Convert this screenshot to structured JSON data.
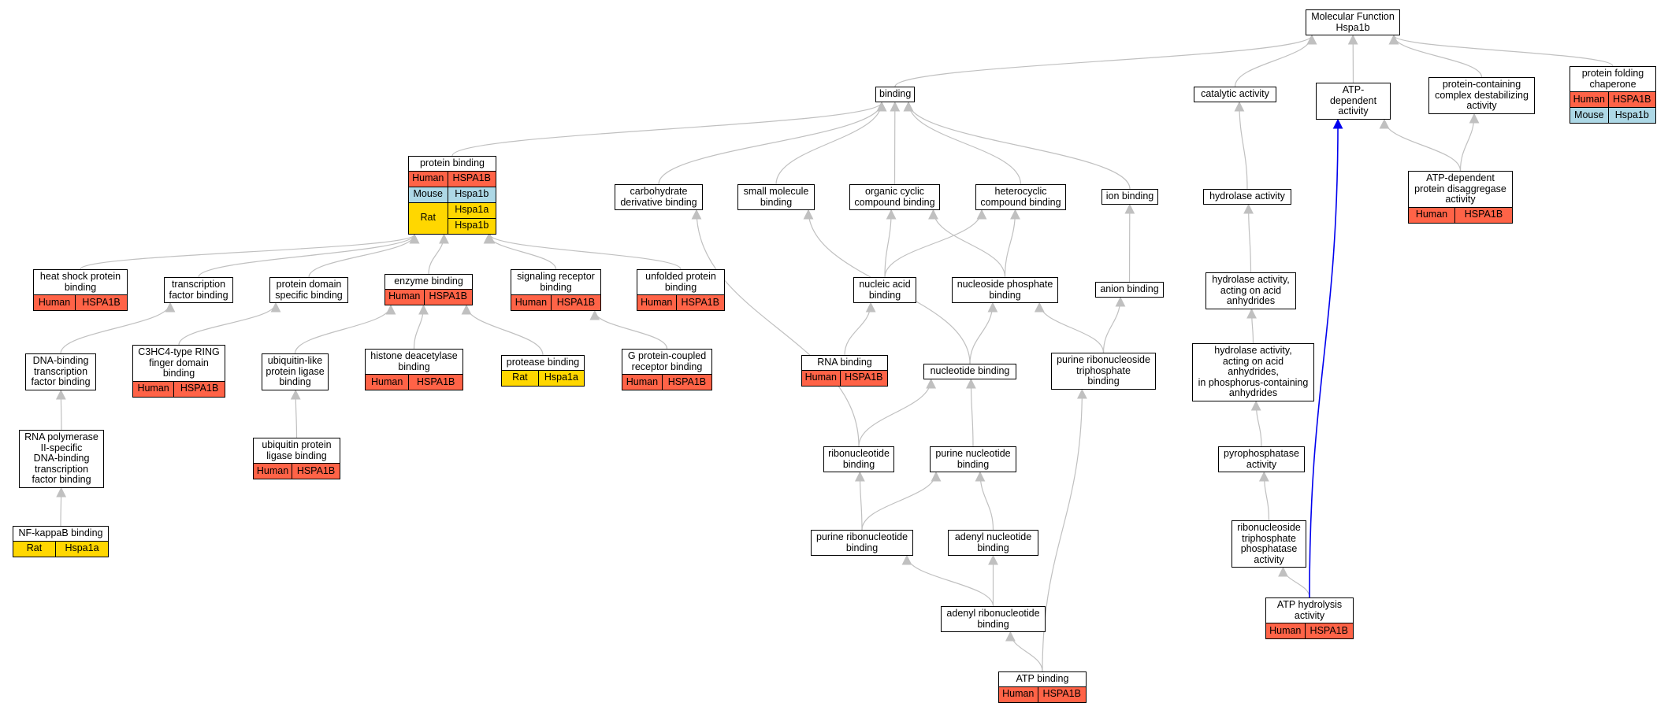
{
  "colors": {
    "human": "#ff6347",
    "mouse": "#add8e6",
    "rat": "#ffd700",
    "edge": "#c0c0c0",
    "highlight_edge": "#0000ee",
    "border": "#000000"
  },
  "nodes": [
    {
      "id": "mf",
      "label": "Molecular Function\nHspa1b"
    },
    {
      "id": "binding",
      "label": "binding"
    },
    {
      "id": "catalytic",
      "label": "catalytic activity"
    },
    {
      "id": "atp_dep",
      "label": "ATP-dependent\nactivity"
    },
    {
      "id": "complex_destab",
      "label": "protein-containing\ncomplex destabilizing\nactivity"
    },
    {
      "id": "folding_chap",
      "label": "protein folding\nchaperone",
      "orgs": [
        {
          "org": "Human",
          "type": "human",
          "genes": [
            "HSPA1B"
          ]
        },
        {
          "org": "Mouse",
          "type": "mouse",
          "genes": [
            "Hspa1b"
          ]
        }
      ]
    },
    {
      "id": "protein_binding",
      "label": "protein binding",
      "orgs": [
        {
          "org": "Human",
          "type": "human",
          "genes": [
            "HSPA1B"
          ]
        },
        {
          "org": "Mouse",
          "type": "mouse",
          "genes": [
            "Hspa1b"
          ]
        },
        {
          "org": "Rat",
          "type": "rat",
          "genes": [
            "Hspa1a",
            "Hspa1b"
          ]
        }
      ]
    },
    {
      "id": "carb_deriv",
      "label": "carbohydrate\nderivative binding"
    },
    {
      "id": "small_mol",
      "label": "small molecule\nbinding"
    },
    {
      "id": "org_cyclic",
      "label": "organic cyclic\ncompound binding"
    },
    {
      "id": "hetero_cyclic",
      "label": "heterocyclic\ncompound binding"
    },
    {
      "id": "ion_binding",
      "label": "ion binding"
    },
    {
      "id": "hydrolase",
      "label": "hydrolase activity"
    },
    {
      "id": "atp_disagg",
      "label": "ATP-dependent\nprotein disaggregase\nactivity",
      "orgs": [
        {
          "org": "Human",
          "type": "human",
          "genes": [
            "HSPA1B"
          ]
        }
      ]
    },
    {
      "id": "hsp_binding",
      "label": "heat shock protein\nbinding",
      "orgs": [
        {
          "org": "Human",
          "type": "human",
          "genes": [
            "HSPA1B"
          ]
        }
      ]
    },
    {
      "id": "tf_binding",
      "label": "transcription\nfactor binding"
    },
    {
      "id": "domain_binding",
      "label": "protein domain\nspecific binding"
    },
    {
      "id": "enzyme_binding",
      "label": "enzyme binding",
      "orgs": [
        {
          "org": "Human",
          "type": "human",
          "genes": [
            "HSPA1B"
          ]
        }
      ]
    },
    {
      "id": "sig_receptor",
      "label": "signaling receptor\nbinding",
      "orgs": [
        {
          "org": "Human",
          "type": "human",
          "genes": [
            "HSPA1B"
          ]
        }
      ]
    },
    {
      "id": "unfolded",
      "label": "unfolded protein\nbinding",
      "orgs": [
        {
          "org": "Human",
          "type": "human",
          "genes": [
            "HSPA1B"
          ]
        }
      ]
    },
    {
      "id": "nucleic_acid",
      "label": "nucleic acid\nbinding"
    },
    {
      "id": "nuc_phosphate",
      "label": "nucleoside phosphate\nbinding"
    },
    {
      "id": "anion",
      "label": "anion binding"
    },
    {
      "id": "hydrolase_anh",
      "label": "hydrolase activity,\nacting on acid\nanhydrides"
    },
    {
      "id": "dna_tf",
      "label": "DNA-binding\ntranscription\nfactor binding"
    },
    {
      "id": "c3hc4",
      "label": "C3HC4-type RING\nfinger domain\nbinding",
      "orgs": [
        {
          "org": "Human",
          "type": "human",
          "genes": [
            "HSPA1B"
          ]
        }
      ]
    },
    {
      "id": "ubl_ligase",
      "label": "ubiquitin-like\nprotein ligase\nbinding"
    },
    {
      "id": "histone_deac",
      "label": "histone deacetylase\nbinding",
      "orgs": [
        {
          "org": "Human",
          "type": "human",
          "genes": [
            "HSPA1B"
          ]
        }
      ]
    },
    {
      "id": "protease",
      "label": "protease binding",
      "orgs": [
        {
          "org": "Rat",
          "type": "rat",
          "genes": [
            "Hspa1a"
          ]
        }
      ]
    },
    {
      "id": "gpcr",
      "label": "G protein-coupled\nreceptor binding",
      "orgs": [
        {
          "org": "Human",
          "type": "human",
          "genes": [
            "HSPA1B"
          ]
        }
      ]
    },
    {
      "id": "rna_binding",
      "label": "RNA binding",
      "orgs": [
        {
          "org": "Human",
          "type": "human",
          "genes": [
            "HSPA1B"
          ]
        }
      ]
    },
    {
      "id": "nucleotide",
      "label": "nucleotide binding"
    },
    {
      "id": "purine_rnt",
      "label": "purine ribonucleoside\ntriphosphate\nbinding"
    },
    {
      "id": "hydrolase_phos",
      "label": "hydrolase activity,\nacting on acid\nanhydrides,\nin phosphorus-containing\nanhydrides"
    },
    {
      "id": "rnapol_tf",
      "label": "RNA polymerase\nII-specific\nDNA-binding\ntranscription\nfactor binding"
    },
    {
      "id": "ub_ligase",
      "label": "ubiquitin protein\nligase binding",
      "orgs": [
        {
          "org": "Human",
          "type": "human",
          "genes": [
            "HSPA1B"
          ]
        }
      ]
    },
    {
      "id": "ribonucleotide",
      "label": "ribonucleotide\nbinding"
    },
    {
      "id": "purine_nt",
      "label": "purine nucleotide\nbinding"
    },
    {
      "id": "pyrophosphatase",
      "label": "pyrophosphatase\nactivity"
    },
    {
      "id": "nfkb",
      "label": "NF-kappaB binding",
      "orgs": [
        {
          "org": "Rat",
          "type": "rat",
          "genes": [
            "Hspa1a"
          ]
        }
      ]
    },
    {
      "id": "purine_ribont",
      "label": "purine ribonucleotide\nbinding"
    },
    {
      "id": "adenyl_nt",
      "label": "adenyl nucleotide\nbinding"
    },
    {
      "id": "rnt_phosphatase",
      "label": "ribonucleoside\ntriphosphate\nphosphatase\nactivity"
    },
    {
      "id": "adenyl_ribont",
      "label": "adenyl ribonucleotide\nbinding"
    },
    {
      "id": "atp_hydrolysis",
      "label": "ATP hydrolysis\nactivity",
      "orgs": [
        {
          "org": "Human",
          "type": "human",
          "genes": [
            "HSPA1B"
          ]
        }
      ]
    },
    {
      "id": "atp_binding",
      "label": "ATP binding",
      "orgs": [
        {
          "org": "Human",
          "type": "human",
          "genes": [
            "HSPA1B"
          ]
        }
      ]
    }
  ],
  "edges": [
    [
      "binding",
      "mf"
    ],
    [
      "catalytic",
      "mf"
    ],
    [
      "atp_dep",
      "mf"
    ],
    [
      "complex_destab",
      "mf"
    ],
    [
      "folding_chap",
      "mf"
    ],
    [
      "protein_binding",
      "binding"
    ],
    [
      "carb_deriv",
      "binding"
    ],
    [
      "small_mol",
      "binding"
    ],
    [
      "org_cyclic",
      "binding"
    ],
    [
      "hetero_cyclic",
      "binding"
    ],
    [
      "ion_binding",
      "binding"
    ],
    [
      "hydrolase",
      "catalytic"
    ],
    [
      "atp_disagg",
      "atp_dep"
    ],
    [
      "atp_disagg",
      "complex_destab"
    ],
    [
      "hsp_binding",
      "protein_binding"
    ],
    [
      "tf_binding",
      "protein_binding"
    ],
    [
      "domain_binding",
      "protein_binding"
    ],
    [
      "enzyme_binding",
      "protein_binding"
    ],
    [
      "sig_receptor",
      "protein_binding"
    ],
    [
      "unfolded",
      "protein_binding"
    ],
    [
      "nucleic_acid",
      "org_cyclic"
    ],
    [
      "nucleic_acid",
      "hetero_cyclic"
    ],
    [
      "nuc_phosphate",
      "org_cyclic"
    ],
    [
      "nuc_phosphate",
      "hetero_cyclic"
    ],
    [
      "anion",
      "ion_binding"
    ],
    [
      "hydrolase_anh",
      "hydrolase"
    ],
    [
      "dna_tf",
      "tf_binding"
    ],
    [
      "c3hc4",
      "domain_binding"
    ],
    [
      "ubl_ligase",
      "enzyme_binding"
    ],
    [
      "histone_deac",
      "enzyme_binding"
    ],
    [
      "protease",
      "enzyme_binding"
    ],
    [
      "gpcr",
      "sig_receptor"
    ],
    [
      "rna_binding",
      "nucleic_acid"
    ],
    [
      "nucleotide",
      "nuc_phosphate"
    ],
    [
      "nucleotide",
      "small_mol"
    ],
    [
      "purine_rnt",
      "nuc_phosphate"
    ],
    [
      "purine_rnt",
      "anion"
    ],
    [
      "hydrolase_phos",
      "hydrolase_anh"
    ],
    [
      "rnapol_tf",
      "dna_tf"
    ],
    [
      "ub_ligase",
      "ubl_ligase"
    ],
    [
      "ribonucleotide",
      "nucleotide"
    ],
    [
      "ribonucleotide",
      "carb_deriv"
    ],
    [
      "purine_nt",
      "nucleotide"
    ],
    [
      "pyrophosphatase",
      "hydrolase_phos"
    ],
    [
      "nfkb",
      "rnapol_tf"
    ],
    [
      "purine_ribont",
      "ribonucleotide"
    ],
    [
      "purine_ribont",
      "purine_nt"
    ],
    [
      "adenyl_nt",
      "purine_nt"
    ],
    [
      "rnt_phosphatase",
      "pyrophosphatase"
    ],
    [
      "adenyl_ribont",
      "purine_ribont"
    ],
    [
      "adenyl_ribont",
      "adenyl_nt"
    ],
    [
      "atp_hydrolysis",
      "rnt_phosphatase"
    ],
    [
      "atp_hydrolysis",
      "atp_dep",
      "highlight"
    ],
    [
      "atp_binding",
      "adenyl_ribont"
    ],
    [
      "atp_binding",
      "purine_rnt"
    ]
  ]
}
